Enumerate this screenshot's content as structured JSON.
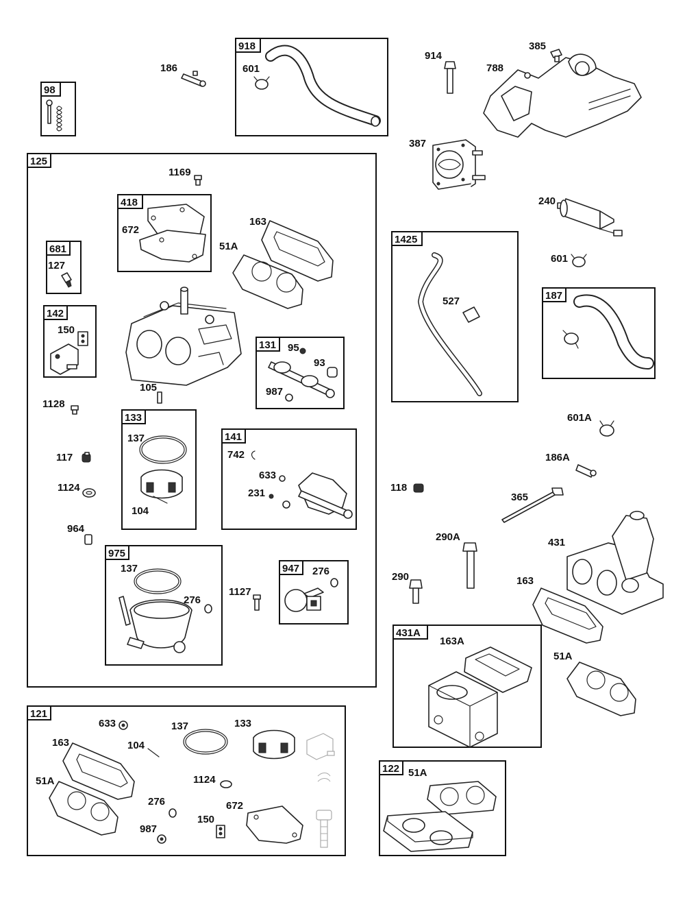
{
  "callouts": {
    "c98": "98",
    "c186": "186",
    "c918": "918",
    "c601a": "601",
    "c914": "914",
    "c385": "385",
    "c788": "788",
    "c387": "387",
    "c240": "240",
    "c601b": "601",
    "c1425": "1425",
    "c527": "527",
    "c187": "187",
    "c125": "125",
    "c1169": "1169",
    "c418": "418",
    "c672a": "672",
    "c163a": "163",
    "c51Aa": "51A",
    "c681": "681",
    "c127": "127",
    "c142": "142",
    "c150a": "150",
    "c131": "131",
    "c95": "95",
    "c93": "93",
    "c987a": "987",
    "c105": "105",
    "c1128": "1128",
    "c133box": "133",
    "c137a": "137",
    "c104a": "104",
    "c141": "141",
    "c742": "742",
    "c633a": "633",
    "c231": "231",
    "c117": "117",
    "c1124a": "1124",
    "c964": "964",
    "c975": "975",
    "c137b": "137",
    "c276a": "276",
    "c1127": "1127",
    "c947": "947",
    "c276b": "276",
    "c601A": "601A",
    "c186A": "186A",
    "c118": "118",
    "c365": "365",
    "c290A": "290A",
    "c431": "431",
    "c290": "290",
    "c163b": "163",
    "c431A": "431A",
    "c163A": "163A",
    "c51Ab": "51A",
    "c121": "121",
    "c633b": "633",
    "c137c": "137",
    "c133b": "133",
    "c163c": "163",
    "c104b": "104",
    "c51Ac": "51A",
    "c1124b": "1124",
    "c276c": "276",
    "c672b": "672",
    "c150b": "150",
    "c987b": "987",
    "c122": "122",
    "c51Ad": "51A"
  }
}
